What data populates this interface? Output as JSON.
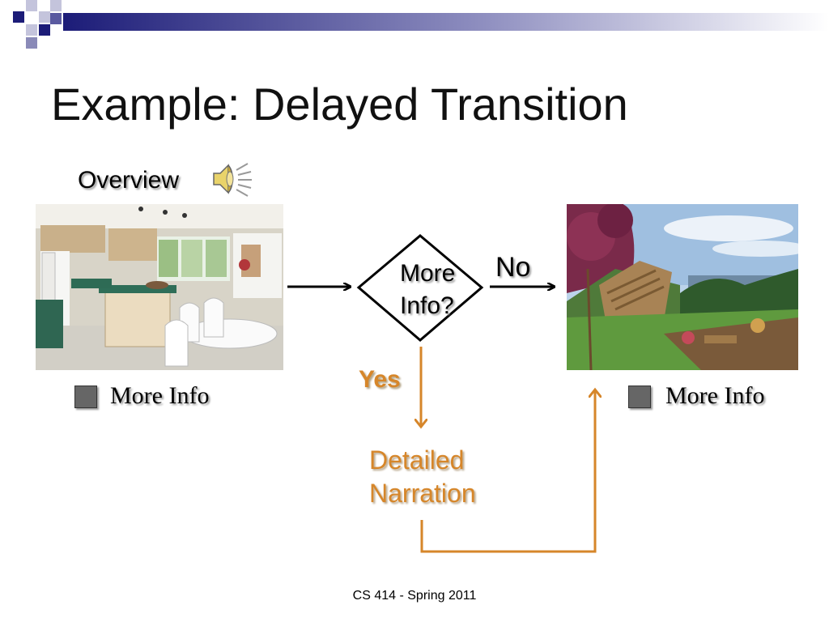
{
  "slide": {
    "title": "Example: Delayed Transition",
    "overview_label": "Overview",
    "footer": "CS 414 - Spring 2011"
  },
  "flow": {
    "decision_line1": "More",
    "decision_line2": "Info?",
    "no_label": "No",
    "yes_label": "Yes",
    "detail_line1": "Detailed",
    "detail_line2": "Narration"
  },
  "buttons": {
    "left_more_info": "More Info",
    "right_more_info": "More Info"
  },
  "icons": {
    "speaker": "speaker-icon",
    "action_button": "square-action-button"
  },
  "colors": {
    "accent_orange": "#d6862a",
    "theme_navy": "#1f1f7a",
    "button_gray": "#666666"
  }
}
